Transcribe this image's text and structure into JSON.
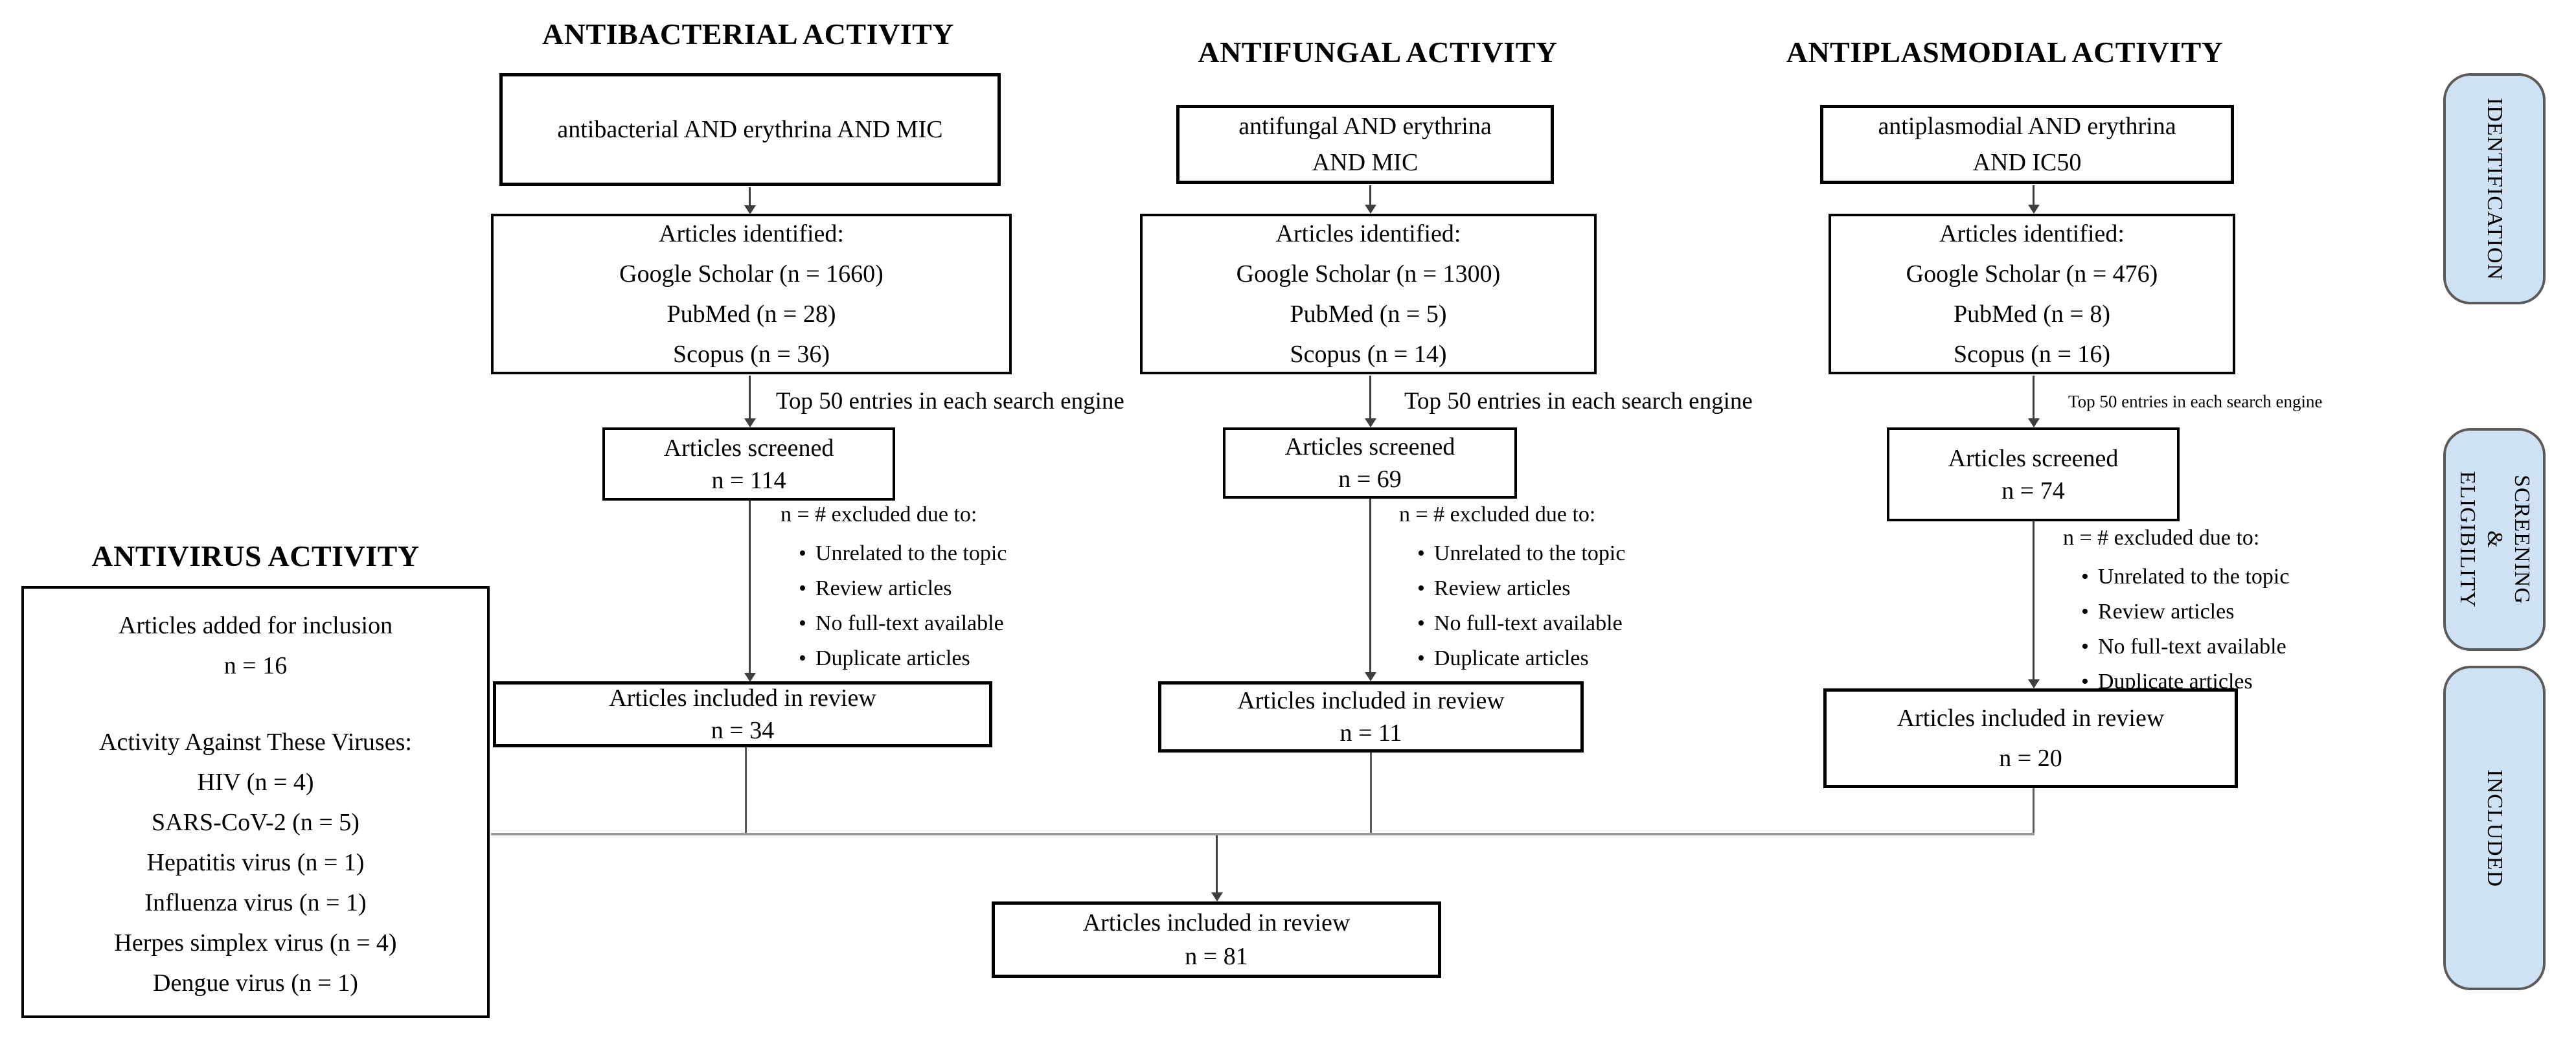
{
  "diagram": {
    "columns": [
      {
        "title": "ANTIBACTERIAL ACTIVITY",
        "query_lines": [
          "antibacterial AND erythrina AND MIC"
        ],
        "identified_title": "Articles identified:",
        "identified_sources": [
          "Google Scholar (n = 1660)",
          "PubMed (n = 28)",
          "Scopus (n = 36)"
        ],
        "top50_note": "Top 50 entries in each search engine",
        "screened_label": "Articles screened",
        "screened_n": "n = 114",
        "excluded_header": "n = # excluded due to:",
        "excluded_reasons": [
          "Unrelated to the topic",
          "Review articles",
          "No full-text available",
          "Duplicate articles"
        ],
        "included_label": "Articles included in review",
        "included_n": "n = 34"
      },
      {
        "title": "ANTIFUNGAL ACTIVITY",
        "query_lines": [
          "antifungal AND erythrina",
          "AND MIC"
        ],
        "identified_title": "Articles identified:",
        "identified_sources": [
          "Google Scholar (n = 1300)",
          "PubMed (n = 5)",
          "Scopus (n = 14)"
        ],
        "top50_note": "Top 50 entries in each search engine",
        "screened_label": "Articles screened",
        "screened_n": "n = 69",
        "excluded_header": "n = # excluded due to:",
        "excluded_reasons": [
          "Unrelated to the topic",
          "Review articles",
          "No full-text available",
          "Duplicate articles"
        ],
        "included_label": "Articles included in review",
        "included_n": "n = 11"
      },
      {
        "title": "ANTIPLASMODIAL ACTIVITY",
        "query_lines": [
          "antiplasmodial AND erythrina",
          "AND IC50"
        ],
        "identified_title": "Articles identified:",
        "identified_sources": [
          "Google Scholar (n = 476)",
          "PubMed (n = 8)",
          "Scopus (n = 16)"
        ],
        "top50_note": "Top 50 entries in each search engine",
        "screened_label": "Articles screened",
        "screened_n": "n = 74",
        "excluded_header": "n = # excluded due to:",
        "excluded_reasons": [
          "Unrelated to the topic",
          "Review articles",
          "No full-text available",
          "Duplicate articles"
        ],
        "included_label": "Articles included in review",
        "included_n": "n = 20"
      }
    ],
    "antivirus": {
      "title": "ANTIVIRUS ACTIVITY",
      "inclusion_label": "Articles added for inclusion",
      "inclusion_n": "n = 16",
      "viruses_header": "Activity Against These Viruses:",
      "viruses": [
        "HIV (n = 4)",
        "SARS-CoV-2 (n = 5)",
        "Hepatitis virus (n = 1)",
        "Influenza virus (n = 1)",
        "Herpes simplex virus (n = 4)",
        "Dengue virus (n = 1)"
      ]
    },
    "total": {
      "label": "Articles included in review",
      "n": "n = 81"
    },
    "stages": [
      {
        "lines": [
          "IDENTIFICATION"
        ]
      },
      {
        "lines": [
          "SCREENING",
          "&",
          "ELIGIBILITY"
        ]
      },
      {
        "lines": [
          "INCLUDED"
        ]
      }
    ],
    "colors": {
      "stage_fill": "#cfe2f3",
      "stage_border": "#5b5b5b",
      "box_border": "#000000",
      "arrow": "#3f3f3f",
      "connector": "#9a9a9a"
    }
  }
}
